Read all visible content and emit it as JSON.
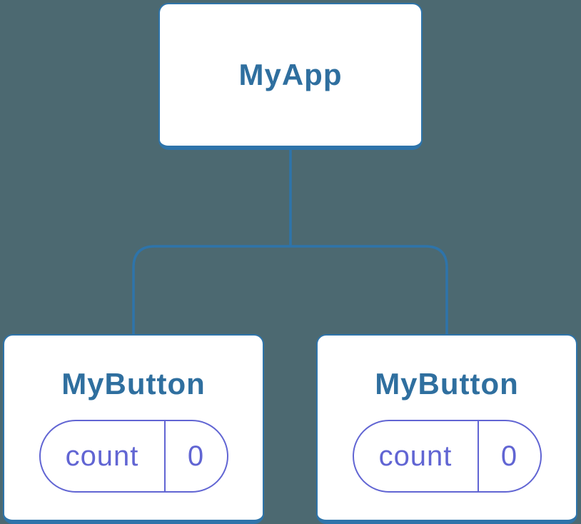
{
  "diagram": {
    "description": "React component tree diagram",
    "tree": {
      "root": {
        "label": "MyApp"
      },
      "children": [
        {
          "label": "MyButton",
          "state": {
            "key": "count",
            "value": "0"
          }
        },
        {
          "label": "MyButton",
          "state": {
            "key": "count",
            "value": "0"
          }
        }
      ]
    }
  },
  "colors": {
    "background": "#4c6971",
    "line_blue": "#2e74aa",
    "label_blue": "#2f6f9f",
    "state_indigo": "#6165d3",
    "node_background": "#ffffff"
  }
}
